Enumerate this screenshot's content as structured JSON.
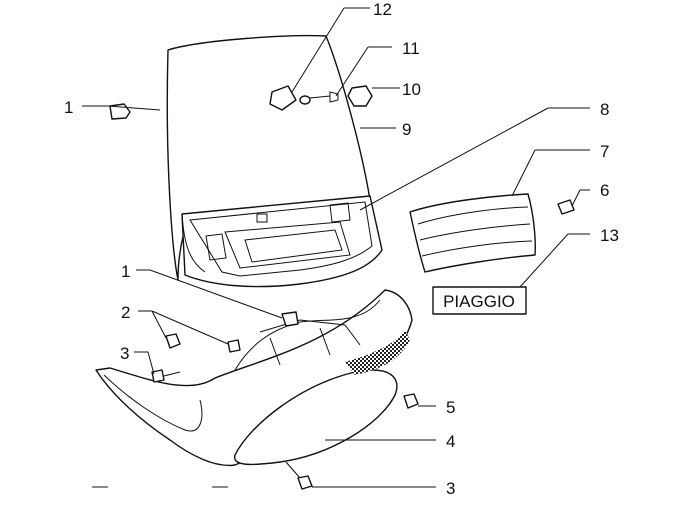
{
  "brand_label": "PIAGGIO",
  "callouts": [
    {
      "id": "c12",
      "number": "12"
    },
    {
      "id": "c11",
      "number": "11"
    },
    {
      "id": "c10",
      "number": "10"
    },
    {
      "id": "c9",
      "number": "9"
    },
    {
      "id": "c8",
      "number": "8"
    },
    {
      "id": "c7",
      "number": "7"
    },
    {
      "id": "c6",
      "number": "6"
    },
    {
      "id": "c13",
      "number": "13"
    },
    {
      "id": "c1a",
      "number": "1"
    },
    {
      "id": "c1b",
      "number": "1"
    },
    {
      "id": "c2",
      "number": "2"
    },
    {
      "id": "c3a",
      "number": "3"
    },
    {
      "id": "c5",
      "number": "5"
    },
    {
      "id": "c4",
      "number": "4"
    },
    {
      "id": "c3b",
      "number": "3"
    }
  ]
}
